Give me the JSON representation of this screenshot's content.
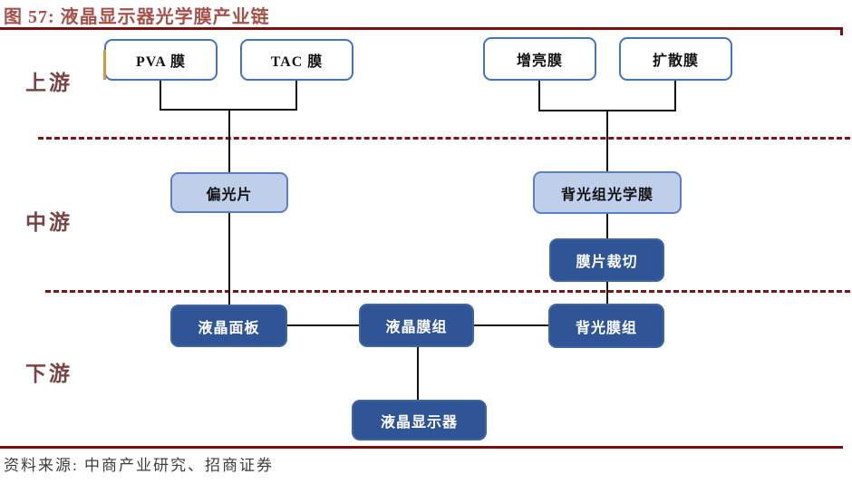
{
  "figure": {
    "title": "图 57: 液晶显示器光学膜产业链",
    "source": "资料来源: 中商产业研究、招商证券"
  },
  "stage_labels": {
    "upstream": "上游",
    "midstream": "中游",
    "downstream": "下游"
  },
  "nodes": {
    "pva": {
      "label": "PVA 膜",
      "style": "white-outline"
    },
    "tac": {
      "label": "TAC 膜",
      "style": "white-outline"
    },
    "brightness_film": {
      "label": "增亮膜",
      "style": "white-outline"
    },
    "diffusion_film": {
      "label": "扩散膜",
      "style": "white-outline"
    },
    "polarizer": {
      "label": "偏光片",
      "style": "light-blue"
    },
    "backlight_optical_film": {
      "label": "背光组光学膜",
      "style": "light-blue"
    },
    "film_cutting": {
      "label": "膜片裁切",
      "style": "dark-blue"
    },
    "lcd_panel": {
      "label": "液晶面板",
      "style": "dark-blue"
    },
    "lcd_film_module": {
      "label": "液晶膜组",
      "style": "dark-blue"
    },
    "backlight_module": {
      "label": "背光膜组",
      "style": "dark-blue"
    },
    "lcd_display": {
      "label": "液晶显示器",
      "style": "dark-blue"
    }
  },
  "edges": [
    {
      "from": "pva",
      "to": "polarizer"
    },
    {
      "from": "tac",
      "to": "polarizer"
    },
    {
      "from": "polarizer",
      "to": "lcd_panel"
    },
    {
      "from": "brightness_film",
      "to": "backlight_optical_film"
    },
    {
      "from": "diffusion_film",
      "to": "backlight_optical_film"
    },
    {
      "from": "backlight_optical_film",
      "to": "film_cutting"
    },
    {
      "from": "film_cutting",
      "to": "backlight_module"
    },
    {
      "from": "lcd_panel",
      "to": "lcd_film_module"
    },
    {
      "from": "lcd_film_module",
      "to": "backlight_module"
    },
    {
      "from": "lcd_film_module",
      "to": "lcd_display"
    }
  ],
  "colors": {
    "title_text": "#A6524A",
    "rule_line": "#7E0E0E",
    "dashed_line": "#7E1414",
    "node_dark_fill": "#2F5597",
    "node_light_fill": "#BFCEE9",
    "node_border_blue": "#4472C4",
    "connector": "#111111",
    "source_text": "#3D3D3D"
  }
}
